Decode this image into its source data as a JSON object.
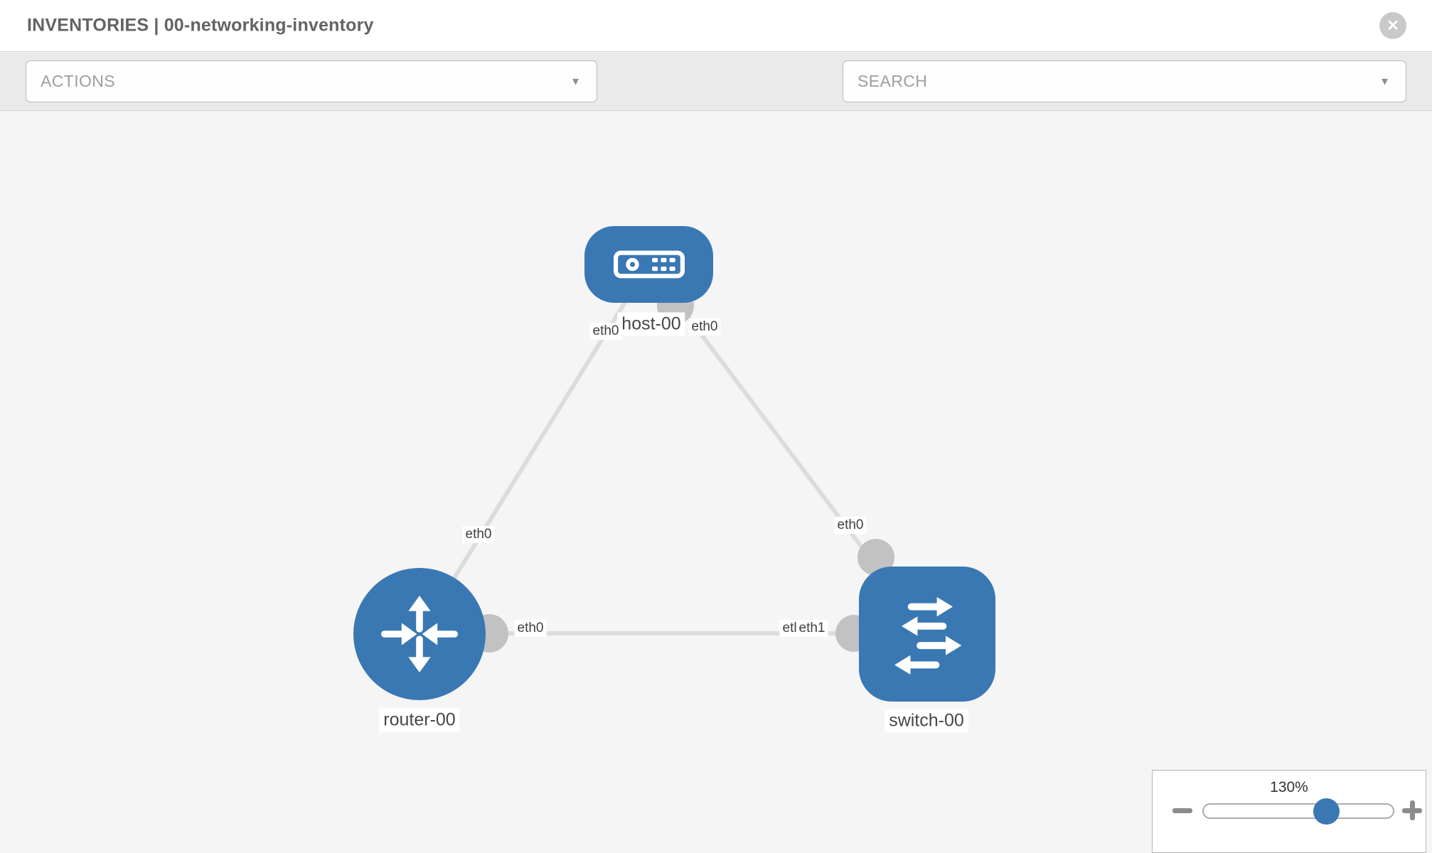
{
  "header": {
    "title": "INVENTORIES | 00-networking-inventory",
    "close_glyph": "✕"
  },
  "toolbar": {
    "actions_label": "ACTIONS",
    "search_placeholder": "SEARCH",
    "icons": [
      "wrench-icon",
      "key-icon"
    ]
  },
  "topology": {
    "nodes": [
      {
        "label": "host-00",
        "type": "host"
      },
      {
        "label": "router-00",
        "type": "router"
      },
      {
        "label": "switch-00",
        "type": "switch"
      }
    ],
    "links": [
      {
        "from": "router-00",
        "to": "host-00",
        "from_interface": "eth0",
        "to_interface": "eth0"
      },
      {
        "from": "host-00",
        "to": "switch-00",
        "from_interface": "eth0",
        "to_interface": "eth0"
      },
      {
        "from": "router-00",
        "to": "switch-00",
        "from_interface": "eth0",
        "to_interfaces": {
          "0": "eth0",
          "1": "eth1"
        }
      }
    ]
  },
  "zoom_control": {
    "level": "130%"
  },
  "colors": {
    "node_blue": "#3a78b3",
    "port_gray": "#c2c2c2",
    "link_gray": "#dcdcdc",
    "toolbar_gray": "#eaeaea",
    "canvas_gray": "#f5f5f5"
  }
}
